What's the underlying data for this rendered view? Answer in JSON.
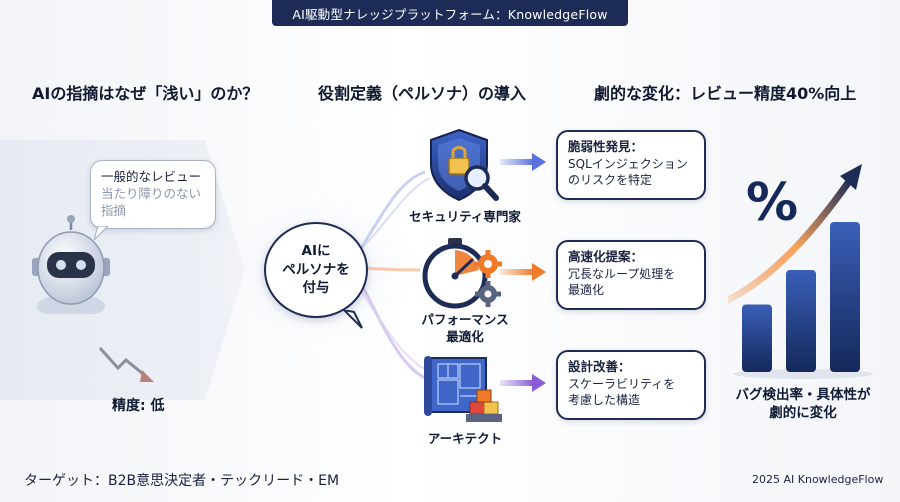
{
  "banner": "AI駆動型ナレッジプラットフォーム：KnowledgeFlow",
  "columns": {
    "left": {
      "heading": "AIの指摘はなぜ「浅い」のか？",
      "bubble_line1": "一般的なレビュー",
      "bubble_line2": "当たり障りのない",
      "bubble_line3": "指摘",
      "accuracy_label": "精度: 低"
    },
    "middle": {
      "heading": "役割定義（ペルソナ）の導入",
      "center_line1": "AIに",
      "center_line2": "ペルソナを",
      "center_line3": "付与",
      "personas": [
        {
          "label": "セキュリティ専門家",
          "icon": "shield-lock-magnifier-icon"
        },
        {
          "label_line1": "パフォーマンス",
          "label_line2": "最適化",
          "icon": "stopwatch-gears-icon"
        },
        {
          "label": "アーキテクト",
          "icon": "blueprint-blocks-icon"
        }
      ],
      "results": [
        {
          "title": "脆弱性発見：",
          "line1": "SQLインジェクション",
          "line2": "のリスクを特定"
        },
        {
          "title": "高速化提案：",
          "line1": "冗長なループ処理を",
          "line2": "最適化"
        },
        {
          "title": "設計改善：",
          "line1": "スケーラビリティを",
          "line2": "考慮した構造"
        }
      ]
    },
    "right": {
      "heading": "劇的な変化：レビュー精度40%向上",
      "percent_symbol": "%",
      "caption_line1": "バグ検出率・具体性が",
      "caption_line2": "劇的に変化",
      "chart_bars": [
        0.45,
        0.68,
        1.0
      ]
    }
  },
  "footer": {
    "target": "ターゲット：B2B意思決定者・テックリード・EM",
    "credit": "2025 AI KnowledgeFlow"
  },
  "colors": {
    "navy": "#1d2c57",
    "security_arrow": "#5b6fe0",
    "performance_arrow": "#f07a2a",
    "architect_arrow": "#8a5bd6",
    "bar_blue": "#1e3a78"
  }
}
